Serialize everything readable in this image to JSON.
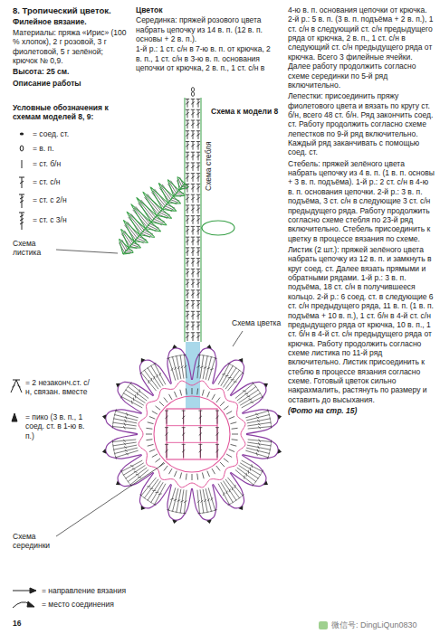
{
  "diagram": {
    "title": "8. Тропический цветок.",
    "labels": [
      "Филейное вязание.",
      "Материалы: пряжа «Ирис» (100 % хлопок), 2 г розовой, 3 г фиолетовой, 5 г зелёной; крючок № 0,9.",
      "Высота: 25 см.",
      "Описание работы",
      "Условные обозначения к схемам моделей 8, 9:",
      "Схема листика",
      "Схема серединки",
      "16",
      "Цветок",
      "Серединка: пряжей розового цвета набрать цепочку из 14 в. п. (12 в. п. основы + 2 в. п.).",
      "1-й р.: 1 ст. с/н в 7-ю в. п. от крючка, 2 в. п., 1 ст. с/н в 3-ю в. п. основания цепочки от крючка, 2 в. п., 1 ст. с/н в",
      "4-ю в. п. основания цепочки от крючка. 2-й р.: 5 в. п. (3 в. п. подъёма + 2 в. п.), 1 ст. с/н в следующий ст. с/н предыдущего ряда от крючка, 2 в. п., 1 ст. с/н в следующий ст. с/н предыдущего ряда от крючка. Всего 3 филейные ячейки. Далее работу продолжить согласно схеме серединки по 5-й ряд включительно.",
      "Лепестки: присоединить пряжу фиолетового цвета и вязать по кругу ст. б/н, всего 48 ст. б/н. Ряд закончить соед. ст. Работу продолжить согласно схеме лепестков по 9-й ряд включительно. Каждый ряд заканчивать с помощью соед. ст.",
      "Стебель: пряжей зелёного цвета набрать цепочку из 4 в. п. (1 в. п. основы + 3 в. п. подъёма). 1-й р.: 2 ст. с/н в 4-ю в. п. основания цепочки. 2-й р.: 3 в. п. подъёма, 3 ст. с/н в следующие 3 ст. с/н предыдущего ряда. Работу продолжить согласно схеме стебля по 23-й ряд включительно. Стебель присоединить к цветку в процессе вязания по схеме.",
      "Листик (2 шт.): пряжей зелёного цвета набрать цепочку из 12 в. п. и замкнуть в круг соед. ст. Далее вязать прямыми и обратными рядами. 1-й р.: 3 в. п. подъёма, 18 ст. с/н в получившееся кольцо. 2-й р.: 6 соед. ст. в следующие 6 ст. с/н предыдущего ряда, 11 в. п. (1 в. п. подъёма + 10 в. п.), 1 ст. б/н в 4-й ст. с/н предыдущего ряда от крючка, 10 в. п., 1 ст. б/н в 4-й ст. с/н предыдущего ряда от крючка. Работу продолжить согласно схеме листика по 11-й ряд включительно. Листик присоединить к стеблю в процессе вязания согласно схеме. Готовый цветок сильно накрахмалить, растянуть по размеру и оставить до высыхания.",
      "(Фото на стр. 15)",
      "Схема к модели 8",
      "Схема стебля",
      "Схема цветка",
      "微信号: DingLiQun0830"
    ],
    "legend": [
      {
        "text": "= соед. ст."
      },
      {
        "text": "= в. п."
      },
      {
        "text": "= ст. б/н"
      },
      {
        "text": "= ст. с/н"
      },
      {
        "text": "= ст. с 2/н"
      },
      {
        "text": "= ст. с 3/н"
      },
      {
        "text": "= 2 незаконч.ст. с/н, связан. вместе"
      },
      {
        "text": "= пико (3 в. п., 1 соед. ст. в 1-ю в. п.)"
      },
      {
        "text": "= направление вязания"
      },
      {
        "text": "= место соединения"
      }
    ]
  }
}
